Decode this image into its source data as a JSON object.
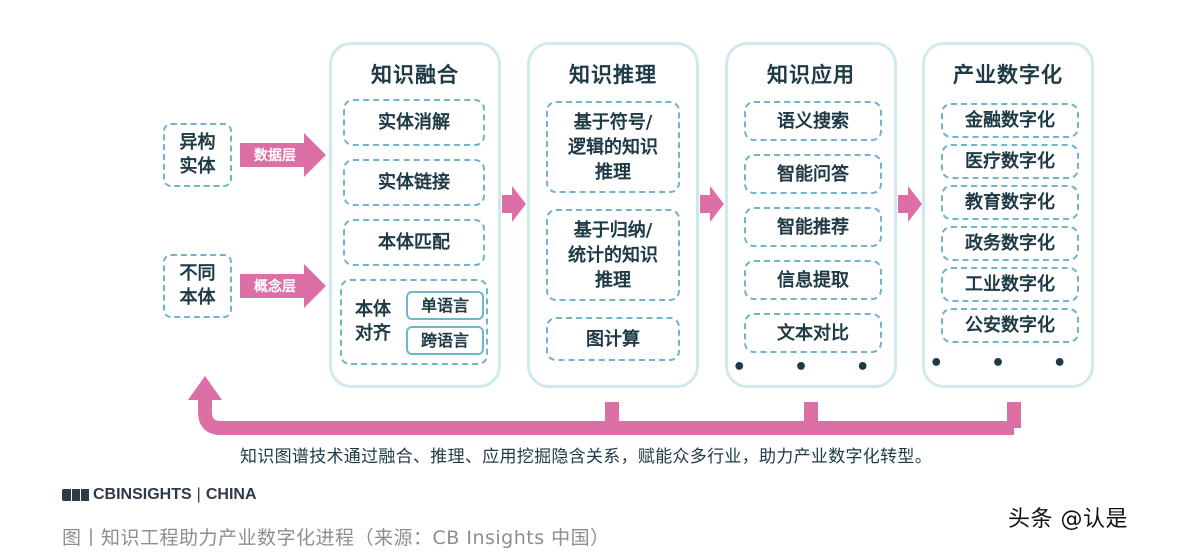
{
  "inputs": [
    {
      "label": "异构\n实体",
      "arrow": "数据层"
    },
    {
      "label": "不同\n本体",
      "arrow": "概念层"
    }
  ],
  "columns": [
    {
      "title": "知识融合",
      "items": [
        "实体消解",
        "实体链接",
        "本体匹配"
      ],
      "alignment": {
        "label": "本体\n对齐",
        "options": [
          "单语言",
          "跨语言"
        ]
      }
    },
    {
      "title": "知识推理",
      "items": [
        "基于符号/\n逻辑的知识\n推理",
        "基于归纳/\n统计的知识\n推理",
        "图计算"
      ]
    },
    {
      "title": "知识应用",
      "items": [
        "语义搜索",
        "智能问答",
        "智能推荐",
        "信息提取",
        "文本对比"
      ],
      "more": "• • •"
    },
    {
      "title": "产业数字化",
      "items": [
        "金融数字化",
        "医疗数字化",
        "教育数字化",
        "政务数字化",
        "工业数字化",
        "公安数字化"
      ],
      "more": "• • •"
    }
  ],
  "caption": "知识图谱技术通过融合、推理、应用挖掘隐含关系，赋能众多行业，助力产业数字化转型。",
  "brand": {
    "name": "CBINSIGHTS",
    "region": "CHINA",
    "separator": "|"
  },
  "figure_caption": "图丨知识工程助力产业数字化进程（来源：CB Insights 中国）",
  "watermark": "头条 @认是",
  "colors": {
    "accent": "#db6fa6",
    "border": "#6fb6c8",
    "column_border": "#cfe9ef",
    "text": "#1d3a45"
  }
}
